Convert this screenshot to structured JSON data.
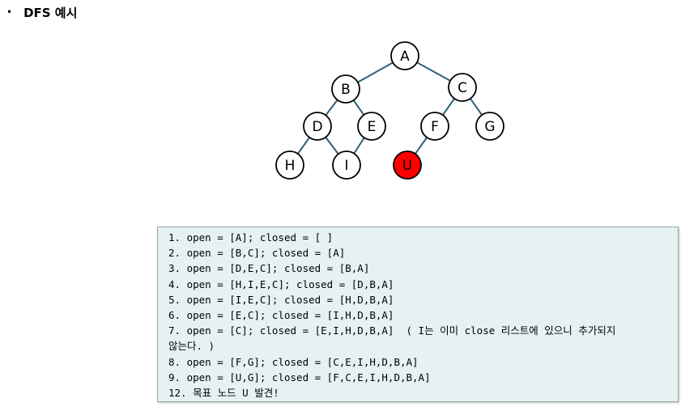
{
  "heading": {
    "bullet": "•",
    "title": "DFS 예시"
  },
  "tree": {
    "nodes": [
      {
        "id": "A",
        "label": "A",
        "goal": false
      },
      {
        "id": "B",
        "label": "B",
        "goal": false
      },
      {
        "id": "C",
        "label": "C",
        "goal": false
      },
      {
        "id": "D",
        "label": "D",
        "goal": false
      },
      {
        "id": "E",
        "label": "E",
        "goal": false
      },
      {
        "id": "F",
        "label": "F",
        "goal": false
      },
      {
        "id": "G",
        "label": "G",
        "goal": false
      },
      {
        "id": "H",
        "label": "H",
        "goal": false
      },
      {
        "id": "I",
        "label": "I",
        "goal": false
      },
      {
        "id": "U",
        "label": "U",
        "goal": true
      }
    ],
    "edges": [
      [
        "A",
        "B"
      ],
      [
        "A",
        "C"
      ],
      [
        "B",
        "D"
      ],
      [
        "B",
        "E"
      ],
      [
        "C",
        "F"
      ],
      [
        "C",
        "G"
      ],
      [
        "D",
        "H"
      ],
      [
        "D",
        "I"
      ],
      [
        "E",
        "I"
      ],
      [
        "F",
        "U"
      ]
    ],
    "colors": {
      "edge": "#2c5f7a",
      "node_fill": "#ffffff",
      "goal_fill": "#ff0000"
    }
  },
  "steps": {
    "lines": [
      "1. open = [A]; closed = [ ]",
      "2. open = [B,C]; closed = [A]",
      "3. open = [D,E,C]; closed = [B,A]",
      "4. open = [H,I,E,C]; closed = [D,B,A]",
      "5. open = [I,E,C]; closed = [H,D,B,A]",
      "6. open = [E,C]; closed = [I,H,D,B,A]",
      "7. open = [C]; closed = [E,I,H,D,B,A]  ( I는 이미 close 리스트에 있으니 추가되지",
      "않는다. )",
      "8. open = [F,G]; closed = [C,E,I,H,D,B,A]",
      "9. open = [U,G]; closed = [F,C,E,I,H,D,B,A]",
      "12. 목표 노드 U 발견!"
    ],
    "colors": {
      "background": "#e6f2f2",
      "border": "#9aa8a8"
    }
  }
}
